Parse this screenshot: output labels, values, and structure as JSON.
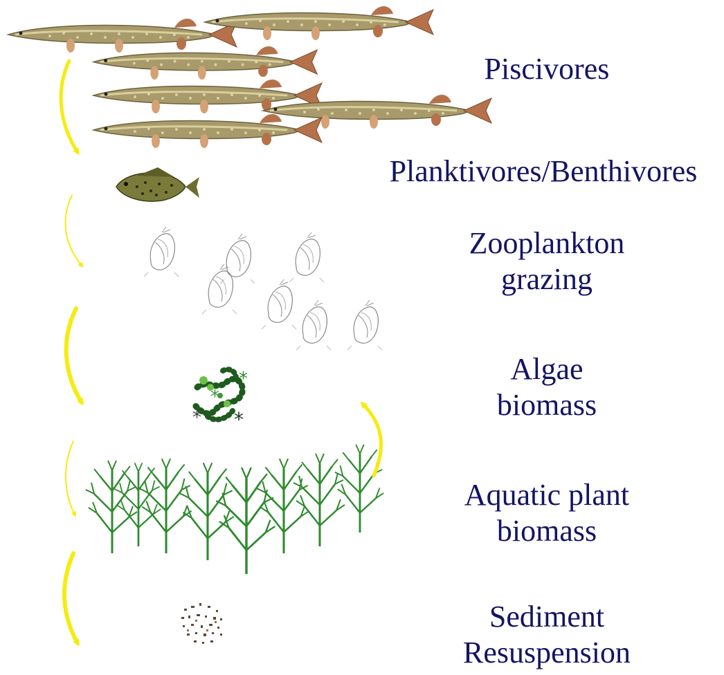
{
  "levels": [
    {
      "id": "piscivores",
      "lines": [
        "Piscivores"
      ]
    },
    {
      "id": "planktivores",
      "lines": [
        "Planktivores/Benthivores"
      ]
    },
    {
      "id": "zooplankton",
      "lines": [
        "Zooplankton",
        "grazing"
      ]
    },
    {
      "id": "algae",
      "lines": [
        "Algae",
        "biomass"
      ]
    },
    {
      "id": "aquatic-plant",
      "lines": [
        "Aquatic plant",
        "biomass"
      ]
    },
    {
      "id": "sediment",
      "lines": [
        "Sediment",
        "Resuspension"
      ]
    }
  ],
  "colors": {
    "label_text": "#141464",
    "arrow": "#f5ec12",
    "pike_body": "#a89a6a",
    "pike_fin": "#b5724a",
    "crappie": "#7a7a3a",
    "plant": "#2f8a2f",
    "algae_dark": "#1f5a1f",
    "algae_light": "#6cc04a",
    "sediment": "#5a4a3a"
  },
  "icons": {
    "piscivores": "pike-fish-icon",
    "planktivores": "crappie-fish-icon",
    "zooplankton": "daphnia-icon",
    "algae": "algae-cluster-icon",
    "aquatic_plant": "aquatic-plant-icon",
    "sediment": "sediment-particles-icon",
    "arrow": "curved-arrow-icon"
  }
}
